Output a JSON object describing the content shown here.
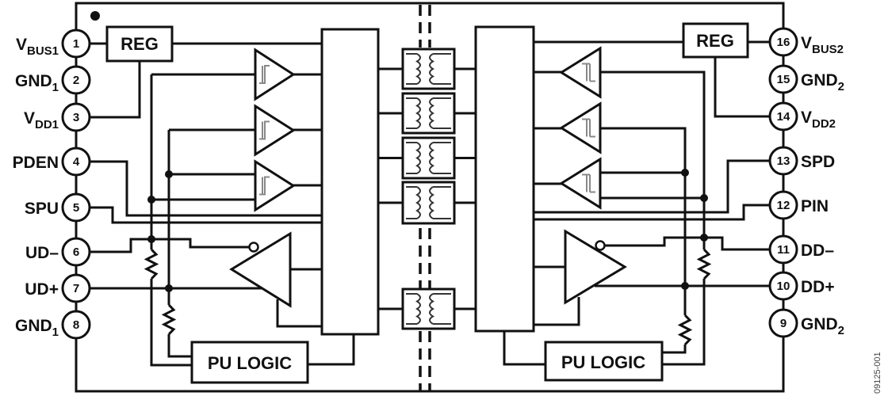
{
  "pins_left": [
    {
      "num": "1",
      "name": "V",
      "sub": "BUS1"
    },
    {
      "num": "2",
      "name": "GND",
      "sub": "1"
    },
    {
      "num": "3",
      "name": "V",
      "sub": "DD1"
    },
    {
      "num": "4",
      "name": "PDEN",
      "sub": ""
    },
    {
      "num": "5",
      "name": "SPU",
      "sub": ""
    },
    {
      "num": "6",
      "name": "UD–",
      "sub": ""
    },
    {
      "num": "7",
      "name": "UD+",
      "sub": ""
    },
    {
      "num": "8",
      "name": "GND",
      "sub": "1"
    }
  ],
  "pins_right": [
    {
      "num": "16",
      "name": "V",
      "sub": "BUS2"
    },
    {
      "num": "15",
      "name": "GND",
      "sub": "2"
    },
    {
      "num": "14",
      "name": "V",
      "sub": "DD2"
    },
    {
      "num": "13",
      "name": "SPD",
      "sub": ""
    },
    {
      "num": "12",
      "name": "PIN",
      "sub": ""
    },
    {
      "num": "11",
      "name": "DD–",
      "sub": ""
    },
    {
      "num": "10",
      "name": "DD+",
      "sub": ""
    },
    {
      "num": "9",
      "name": "GND",
      "sub": "2"
    }
  ],
  "blocks": {
    "reg_left": "REG",
    "reg_right": "REG",
    "pu_logic_left": "PU LOGIC",
    "pu_logic_right": "PU LOGIC"
  },
  "figure_id": "09125-001"
}
